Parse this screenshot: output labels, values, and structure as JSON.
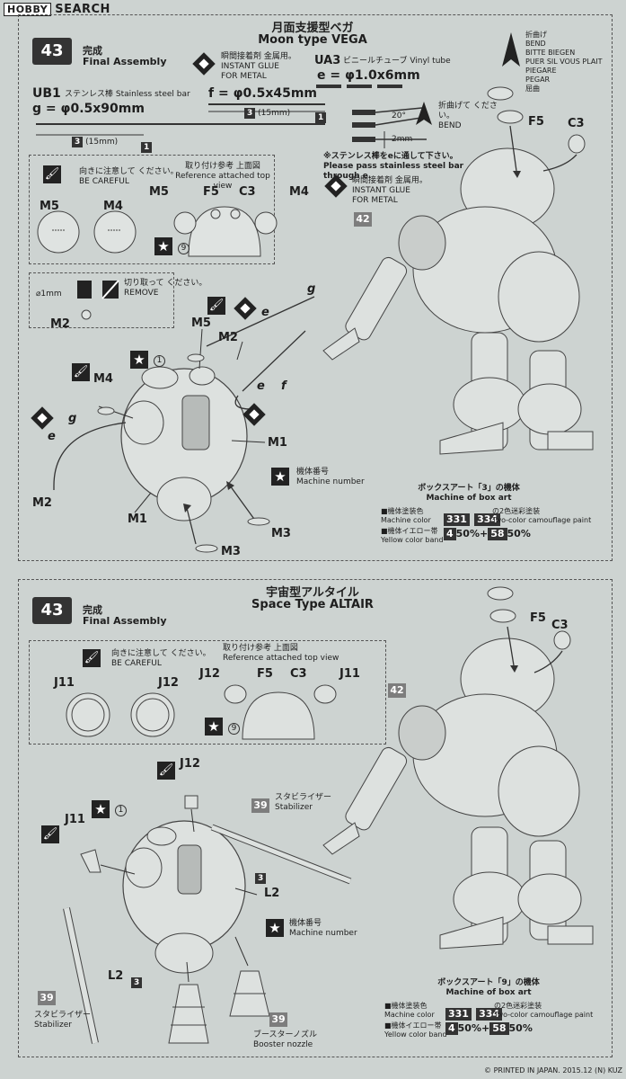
{
  "header": {
    "logo_text": "HOBBY",
    "site_name": "SEARCH"
  },
  "top": {
    "step": "43",
    "title_jp": "月面支援型ベガ",
    "title_en": "Moon type VEGA",
    "final_jp": "完成",
    "final_en": "Final Assembly",
    "ub1": "UB1",
    "ub1_desc": "ステンレス棒 Stainless steel bar",
    "g_formula": "g = φ0.5x90mm",
    "f_formula": "f = φ0.5x45mm",
    "ua3": "UA3",
    "ua3_desc": "ビニールチューブ Vinyl tube",
    "e_formula": "e = φ1.0x6mm",
    "glue_jp": "瞬間接着剤 金属用。",
    "glue_en1": "INSTANT GLUE",
    "glue_en2": "FOR METAL",
    "len_15": "(15mm)",
    "num_3": "3",
    "num_1": "1",
    "bend_jp": "折曲げて ください。",
    "bend_en": "BEND",
    "angle": "20°",
    "mm2": "2mm",
    "pass_jp": "※ステンレス棒をeに通して下さい。",
    "pass_en": "Please pass stainless steel bar through e.",
    "careful_jp": "向きに注意して ください。",
    "careful_en": "BE CAREFUL",
    "ref_jp": "取り付け参考 上面図",
    "ref_en": "Reference attached top view",
    "drill": "⌀1mm",
    "remove_jp": "切り取って ください。",
    "remove_en": "REMOVE",
    "machine_no_jp": "機体番号",
    "machine_no_en": "Machine number",
    "box_art_jp": "ボックスアート「3」の機体",
    "box_art_en": "Machine of box art",
    "machine_color_jp": "■機体塗装色",
    "machine_color_en": "Machine color",
    "camo_jp": "の2色迷彩塗装",
    "camo_en": "Two-color camouflage paint",
    "yellow_jp": "■機体イエロー帯",
    "yellow_en": "Yellow color band",
    "c331": "331",
    "c334": "334",
    "c4": "4",
    "c58": "58",
    "mix": "50%+",
    "mix2": "50%",
    "star_num": "9",
    "parts": {
      "M1": "M1",
      "M2": "M2",
      "M3": "M3",
      "M4": "M4",
      "M5": "M5",
      "F5": "F5",
      "C3": "C3",
      "e": "e",
      "f": "f",
      "g": "g",
      "s42": "42"
    }
  },
  "bend_legend": [
    "折曲げ",
    "BEND",
    "BITTE BIEGEN",
    "PUER SIL VOUS PLAIT",
    "PIEGARE",
    "PEGAR",
    "屈曲"
  ],
  "bottom": {
    "step": "43",
    "title_jp": "宇宙型アルタイル",
    "title_en": "Space Type ALTAIR",
    "final_jp": "完成",
    "final_en": "Final Assembly",
    "careful_jp": "向きに注意して ください。",
    "careful_en": "BE CAREFUL",
    "ref_jp": "取り付け参考 上面図",
    "ref_en": "Reference attached top view",
    "stab_jp": "スタビライザー",
    "stab_en": "Stabilizer",
    "nozzle_jp": "ブースターノズル",
    "nozzle_en": "Booster nozzle",
    "machine_no_jp": "機体番号",
    "machine_no_en": "Machine number",
    "box_art_jp": "ボックスアート「9」の機体",
    "box_art_en": "Machine of box art",
    "machine_color_jp": "■機体塗装色",
    "machine_color_en": "Machine color",
    "camo_jp": "の2色迷彩塗装",
    "camo_en": "Two-color camouflage paint",
    "yellow_jp": "■機体イエロー帯",
    "yellow_en": "Yellow color band",
    "parts": {
      "J11": "J11",
      "J12": "J12",
      "L2": "L2",
      "F5": "F5",
      "C3": "C3",
      "s39": "39",
      "s42": "42",
      "n3": "3"
    }
  },
  "footer": "© PRINTED IN JAPAN. 2015.12 (N) KUZ"
}
